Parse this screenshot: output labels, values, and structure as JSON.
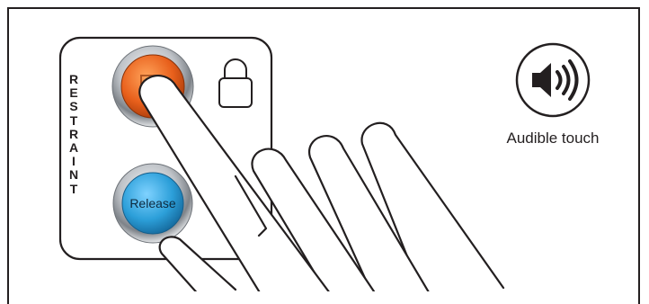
{
  "panel": {
    "vertical_label_letters": [
      "R",
      "E",
      "S",
      "T",
      "R",
      "A",
      "I",
      "N",
      "T"
    ],
    "lock_button": {
      "icon": "padlock-icon",
      "color": "#e8601c"
    },
    "release_button": {
      "label": "Release",
      "color": "#2c9fd9"
    }
  },
  "audible": {
    "icon": "speaker-icon",
    "caption": "Audible touch"
  },
  "colors": {
    "outline": "#231f20",
    "lock_orange": "#e8601c",
    "release_blue": "#2c9fd9",
    "bezel_silver": "#c9ccd0"
  }
}
